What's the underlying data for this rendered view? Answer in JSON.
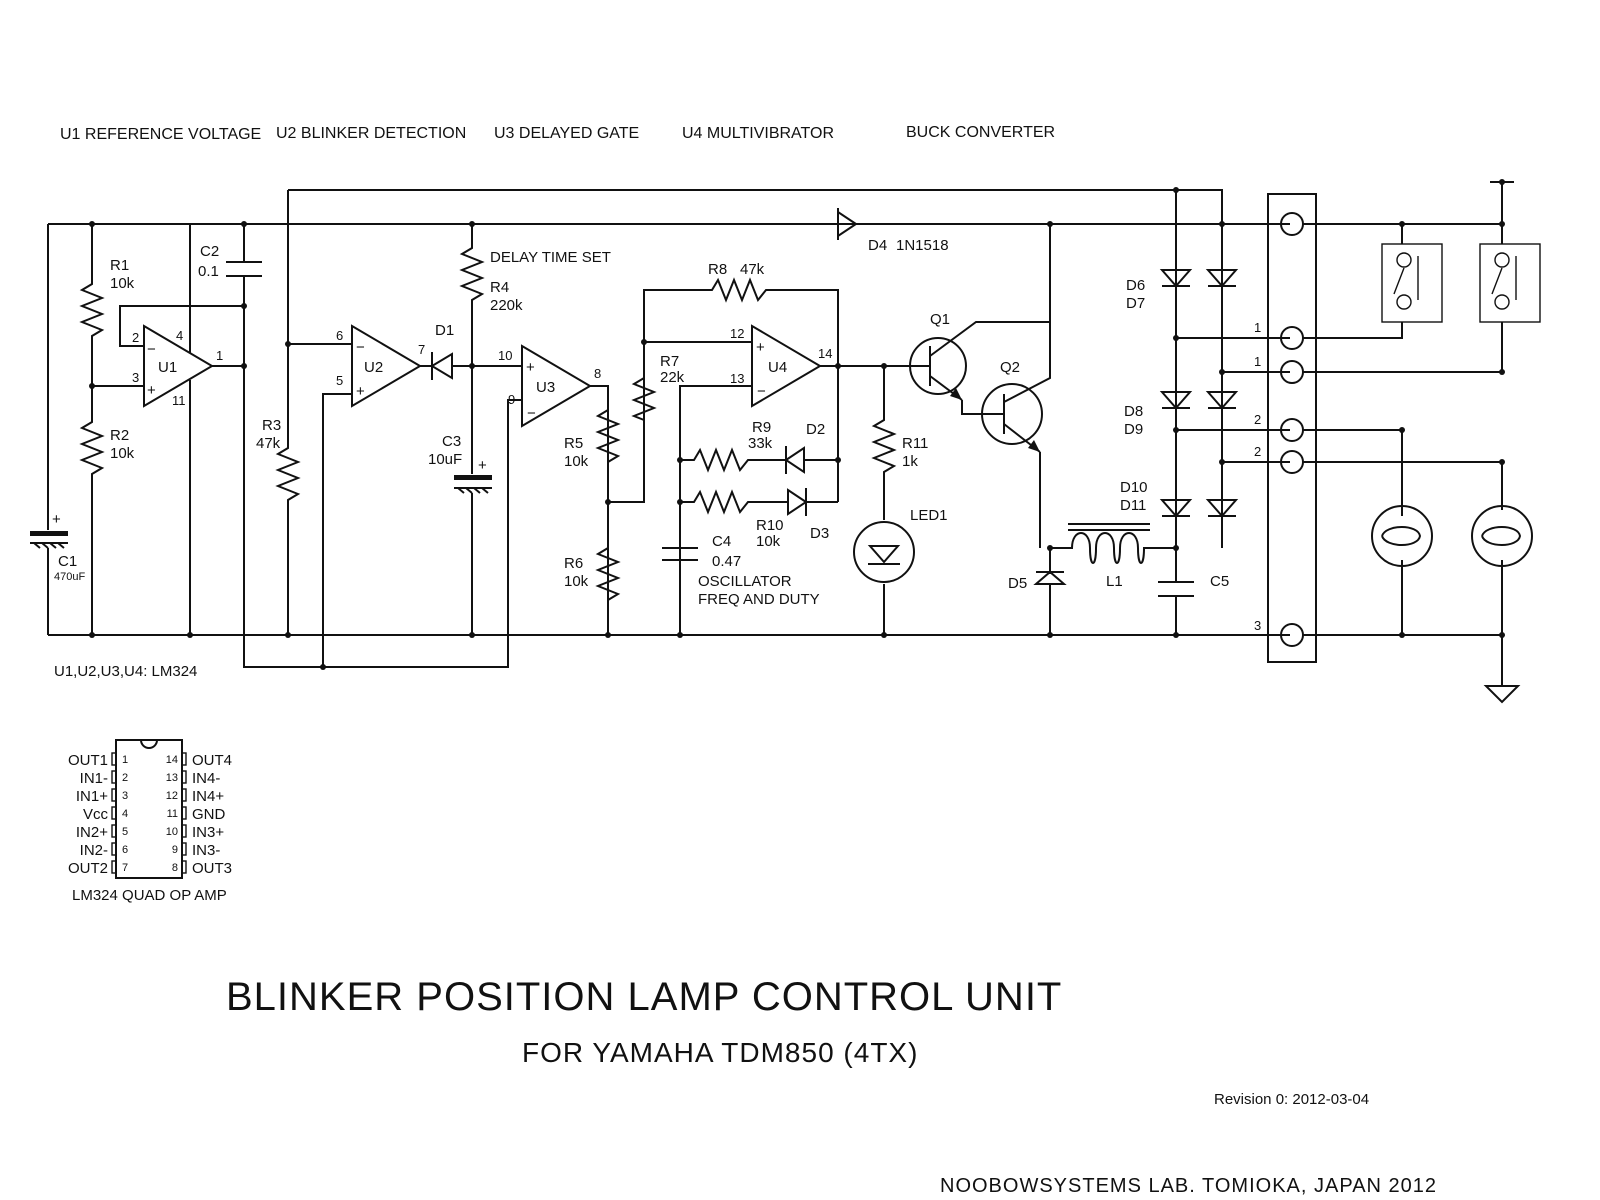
{
  "sections": {
    "u1": "U1 REFERENCE VOLTAGE",
    "u2": "U2 BLINKER DETECTION",
    "u3": "U3 DELAYED GATE",
    "u4": "U4 MULTIVIBRATOR",
    "buck": "BUCK CONVERTER"
  },
  "opamps": {
    "u1": {
      "name": "U1",
      "pin_minus": "2",
      "pin_plus": "3",
      "pin_out": "1",
      "pin_vcc": "4",
      "pin_gnd": "11"
    },
    "u2": {
      "name": "U2",
      "pin_minus": "6",
      "pin_plus": "5",
      "pin_out": "7"
    },
    "u3": {
      "name": "U3",
      "pin_plus": "10",
      "pin_minus": "9",
      "pin_out": "8"
    },
    "u4": {
      "name": "U4",
      "pin_plus": "12",
      "pin_minus": "13",
      "pin_out": "14"
    },
    "note": "U1,U2,U3,U4: LM324"
  },
  "components": {
    "r1": {
      "name": "R1",
      "value": "10k"
    },
    "r2": {
      "name": "R2",
      "value": "10k"
    },
    "r3": {
      "name": "R3",
      "value": "47k"
    },
    "r4": {
      "name": "R4",
      "value": "220k",
      "note": "DELAY TIME SET"
    },
    "r5": {
      "name": "R5",
      "value": "10k"
    },
    "r6": {
      "name": "R6",
      "value": "10k"
    },
    "r7": {
      "name": "R7",
      "value": "22k"
    },
    "r8": {
      "name": "R8",
      "value": "47k"
    },
    "r9": {
      "name": "R9",
      "value": "33k"
    },
    "r10": {
      "name": "R10",
      "value": "10k"
    },
    "r11": {
      "name": "R11",
      "value": "1k"
    },
    "c1": {
      "name": "C1",
      "value": "470uF"
    },
    "c2": {
      "name": "C2",
      "value": "0.1"
    },
    "c3": {
      "name": "C3",
      "value": "10uF"
    },
    "c4": {
      "name": "C4",
      "value": "0.47",
      "note1": "OSCILLATOR",
      "note2": "FREQ AND DUTY"
    },
    "c5": {
      "name": "C5"
    },
    "d1": {
      "name": "D1"
    },
    "d2": {
      "name": "D2"
    },
    "d3": {
      "name": "D3"
    },
    "d4": {
      "name": "D4",
      "value": "1N1518"
    },
    "d5": {
      "name": "D5"
    },
    "d6d7": {
      "line1": "D6",
      "line2": "D7"
    },
    "d8d9": {
      "line1": "D8",
      "line2": "D9"
    },
    "d10d11": {
      "line1": "D10",
      "line2": "D11"
    },
    "led1": {
      "name": "LED1"
    },
    "l1": {
      "name": "L1"
    },
    "q1": {
      "name": "Q1"
    },
    "q2": {
      "name": "Q2"
    },
    "plus": "+"
  },
  "connector": {
    "pins": [
      "1",
      "1",
      "2",
      "2",
      "3"
    ]
  },
  "lm324": {
    "left_pins": [
      {
        "num": "1",
        "name": "OUT1"
      },
      {
        "num": "2",
        "name": "IN1-"
      },
      {
        "num": "3",
        "name": "IN1+"
      },
      {
        "num": "4",
        "name": "Vcc"
      },
      {
        "num": "5",
        "name": "IN2+"
      },
      {
        "num": "6",
        "name": "IN2-"
      },
      {
        "num": "7",
        "name": "OUT2"
      }
    ],
    "right_pins": [
      {
        "num": "14",
        "name": "OUT4"
      },
      {
        "num": "13",
        "name": "IN4-"
      },
      {
        "num": "12",
        "name": "IN4+"
      },
      {
        "num": "11",
        "name": "GND"
      },
      {
        "num": "10",
        "name": "IN3+"
      },
      {
        "num": "9",
        "name": "IN3-"
      },
      {
        "num": "8",
        "name": "OUT3"
      }
    ],
    "caption": "LM324 QUAD OP AMP"
  },
  "title": "BLINKER POSITION LAMP CONTROL UNIT",
  "subtitle": "FOR YAMAHA TDM850 (4TX)",
  "revision": "Revision 0: 2012-03-04",
  "footer": "NOOBOWSYSTEMS LAB. TOMIOKA, JAPAN 2012"
}
